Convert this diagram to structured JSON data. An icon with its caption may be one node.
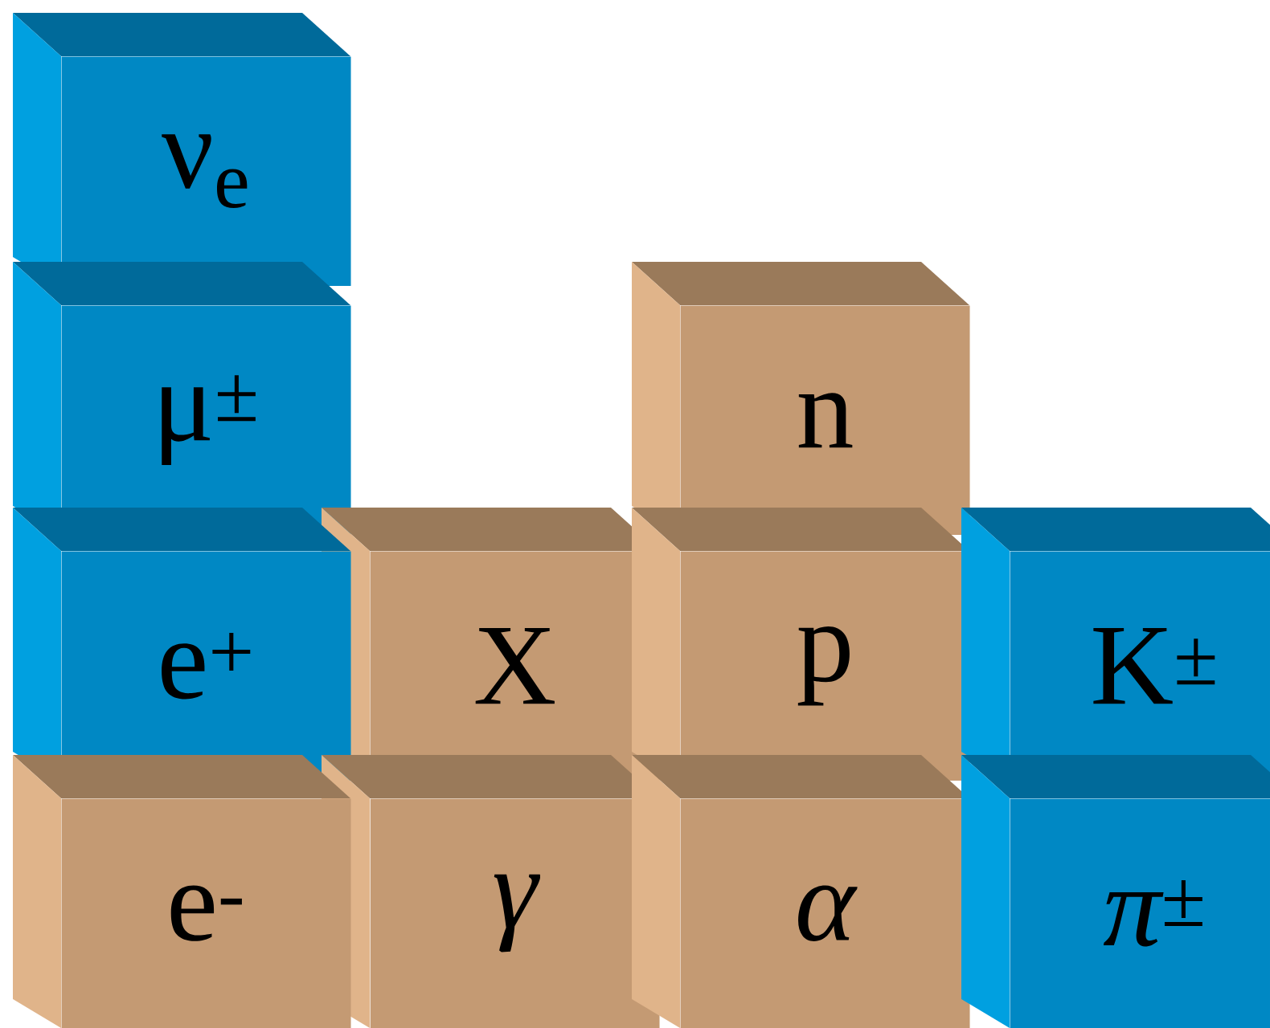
{
  "diagram": {
    "nodes": [
      {
        "text": [
          "ν$_{e}$"
        ]
      },
      {
        "text": [
          "μ$^{±}$"
        ]
      },
      {
        "text": [
          "n"
        ]
      },
      {
        "text": [
          "e$^{+}$"
        ]
      },
      {
        "text": [
          "X"
        ]
      },
      {
        "text": [
          "p"
        ]
      },
      {
        "text": [
          "K$^{±}$"
        ]
      },
      {
        "text": [
          "e$^{-}$"
        ]
      },
      {
        "text": [
          "γ"
        ]
      },
      {
        "text": [
          "α"
        ]
      },
      {
        "text": [
          "π$^{±}$"
        ]
      }
    ]
  }
}
